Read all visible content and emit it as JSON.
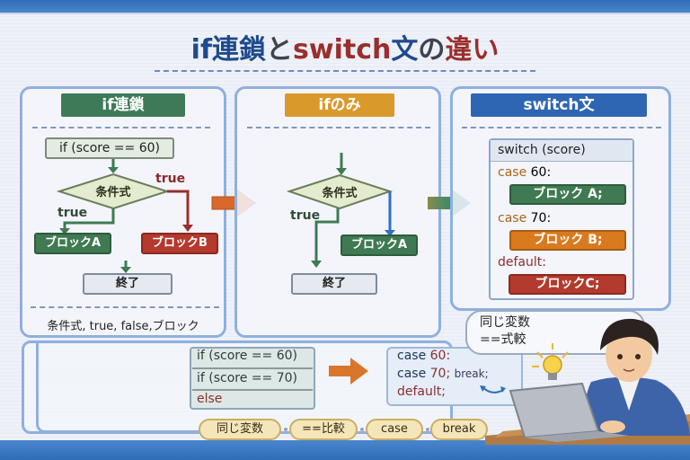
{
  "title": {
    "part1": "if連鎖",
    "part2": "と",
    "part3": "switch",
    "part4": "文",
    "part5": "の",
    "part6": "違い"
  },
  "panels": {
    "if_chain": {
      "header": "if連鎖",
      "header_color": "#3f7a58",
      "condition_box": "if (score == 60)",
      "decision": "条件式",
      "true_left": "true",
      "true_right": "true",
      "block_a": "ブロックA",
      "block_b": "ブロックB",
      "end": "終了",
      "footer": "条件式, true, false,ブロック"
    },
    "if_only": {
      "header": "ifのみ",
      "header_color": "#d99a2b",
      "decision": "条件式",
      "true_label": "true",
      "block_a": "ブロックA",
      "end": "終了"
    },
    "switch": {
      "header": "switch文",
      "header_color": "#2f66b3",
      "code_header": "switch (score)",
      "cases": [
        {
          "keyword": "case",
          "value": "60:",
          "block": "ブロック A;",
          "color": "green"
        },
        {
          "keyword": "case",
          "value": "70:",
          "block": "ブロック B;",
          "color": "orange"
        },
        {
          "keyword": "default:",
          "value": "",
          "block": "ブロックC;",
          "color": "red"
        }
      ]
    }
  },
  "bottom": {
    "if_lines": [
      "if (score == 60)",
      "if (score == 70)",
      "else"
    ],
    "switch_lines": {
      "line1_kw": "case",
      "line1_val": "60:",
      "line2_kw": "case",
      "line2_val": "70;",
      "line2_extra": "break;",
      "line3": "default;"
    },
    "speech": [
      "同じ変数",
      "==式較"
    ],
    "tags": [
      "同じ変数",
      "==比較",
      "case",
      "break"
    ]
  },
  "colors": {
    "accent_blue": "#2f66b3",
    "green": "#3f7a52",
    "red": "#b33a2c",
    "orange": "#d97a1f"
  }
}
